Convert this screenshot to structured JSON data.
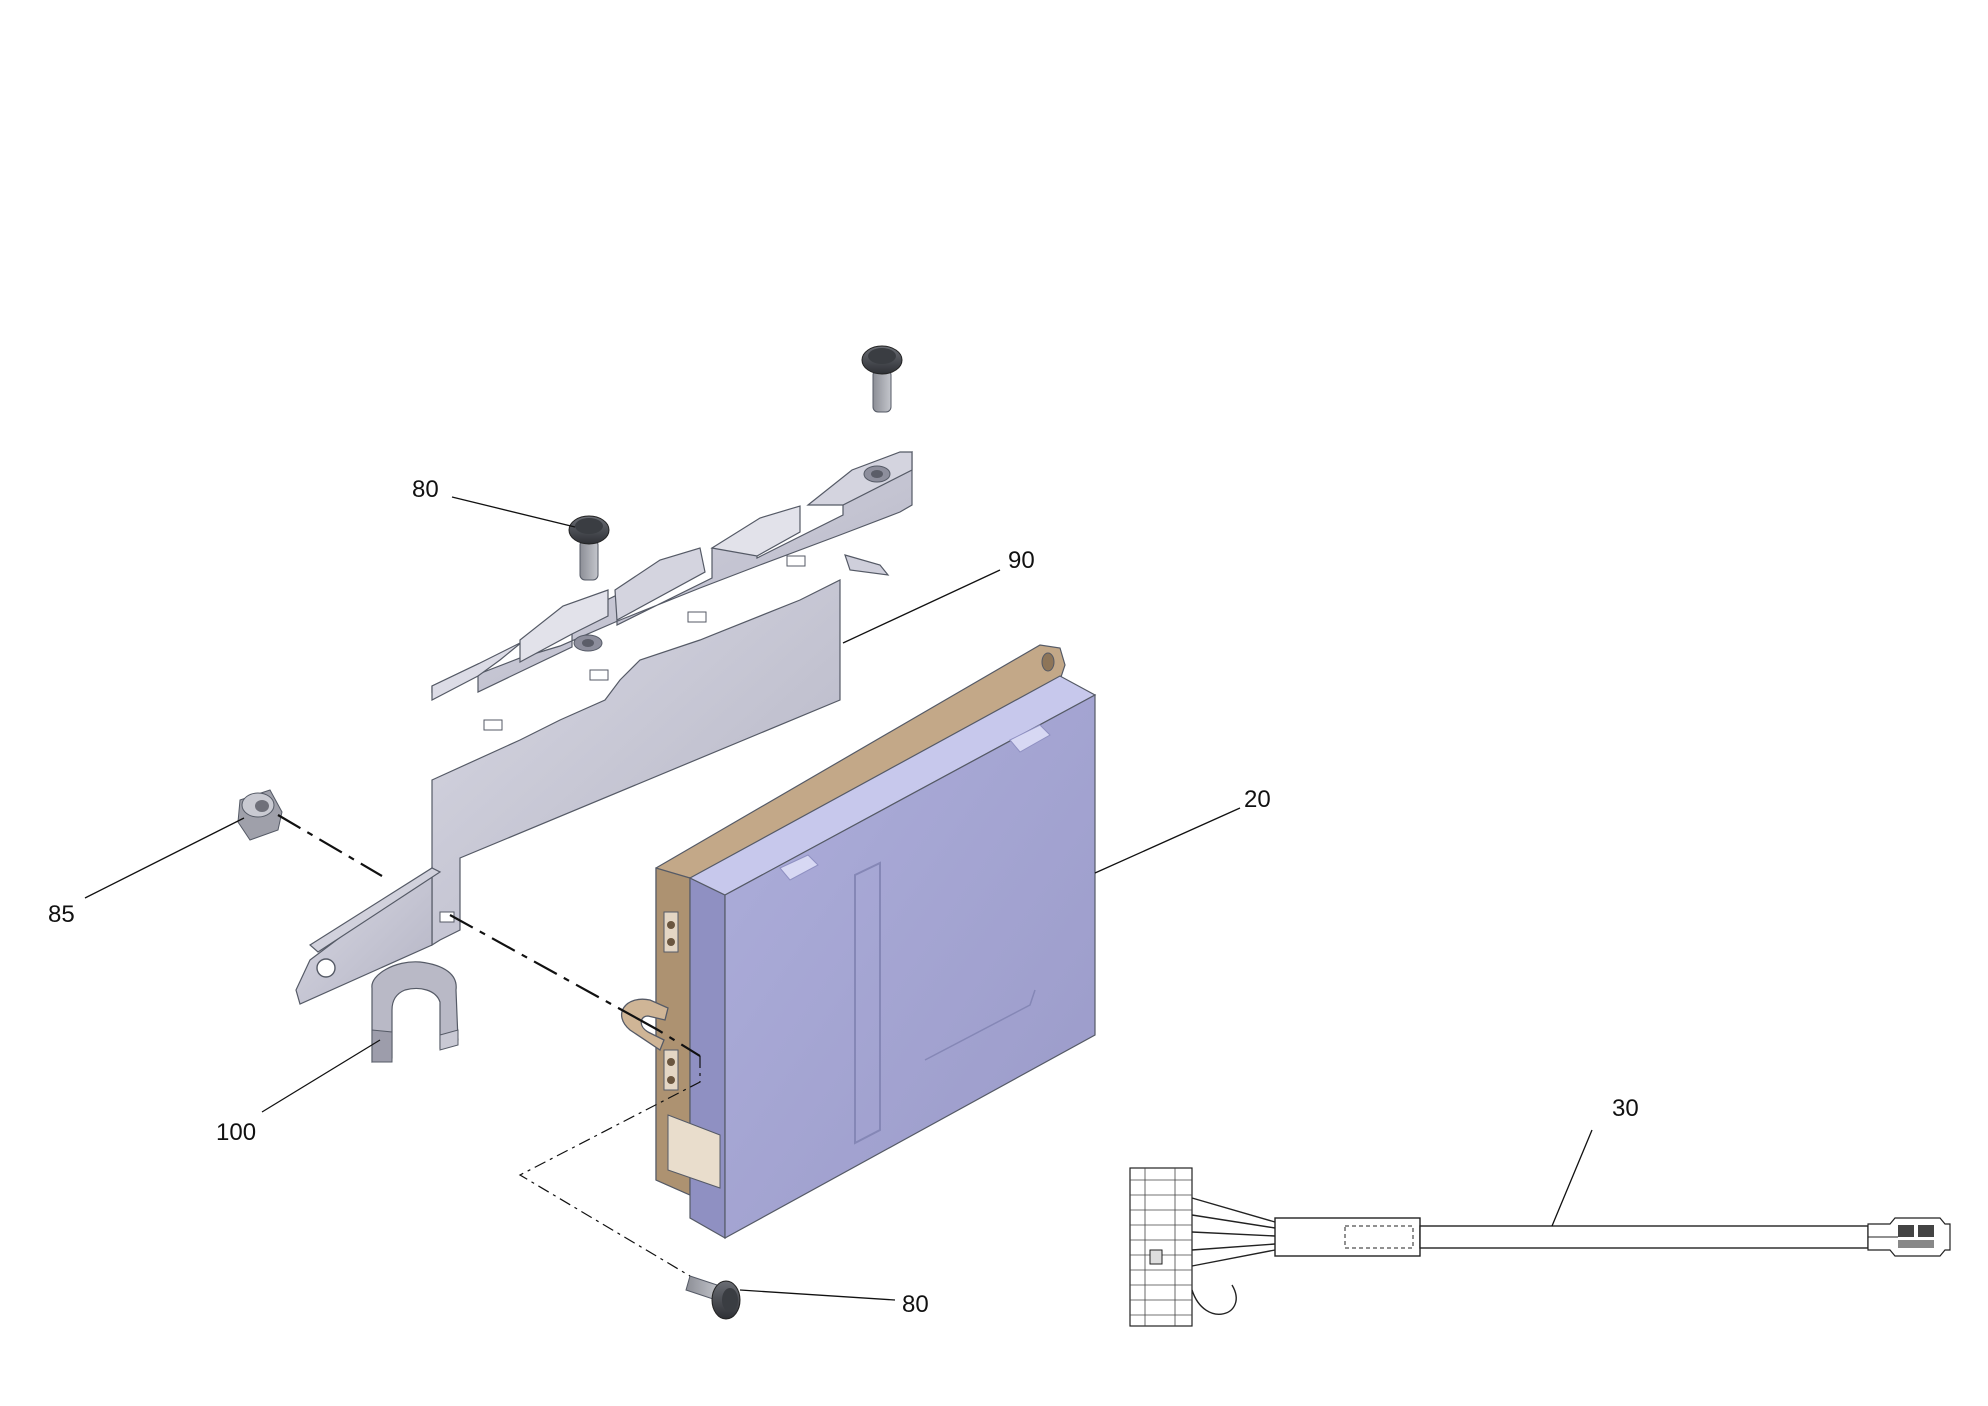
{
  "callouts": [
    {
      "id": "screw-top-left",
      "label": "80"
    },
    {
      "id": "bracket",
      "label": "90"
    },
    {
      "id": "control-unit",
      "label": "20"
    },
    {
      "id": "nut",
      "label": "85"
    },
    {
      "id": "clip",
      "label": "100"
    },
    {
      "id": "screw-bottom",
      "label": "80"
    },
    {
      "id": "cable",
      "label": "30"
    }
  ],
  "colors": {
    "bracket": "#c9c9d6",
    "housing_face": "#a3a3cf",
    "housing_side": "#c7c8ec",
    "housing_base": "#c3a888",
    "screw": "#4a4d53",
    "clip": "#b9b9c6"
  }
}
